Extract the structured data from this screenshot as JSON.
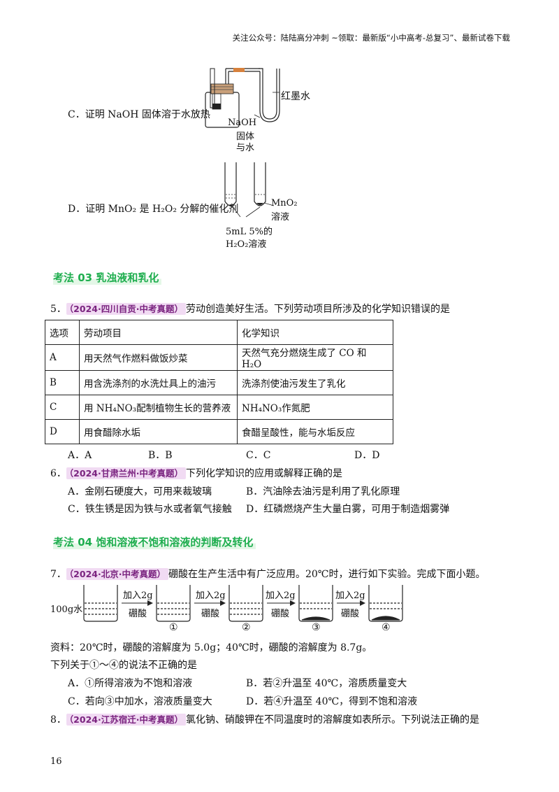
{
  "header": "关注公众号：陆陆高分冲刺  ~领取：最新版“小中高考-总复习”、最新试卷下载",
  "option_c": {
    "text": "C．证明 NaOH 固体溶于水放热",
    "label_ink": "红墨水",
    "label_naoh": "NaOH",
    "label_solid": "固体",
    "label_water": "与水"
  },
  "option_d": {
    "text": "D．证明 MnO₂ 是 H₂O₂ 分解的催化剂",
    "label_mno2": "MnO₂",
    "label_solution": "溶液",
    "label_volume": "5mL 5%的",
    "label_h2o2": "H₂O₂溶液"
  },
  "section03": "考法 03  乳浊液和乳化",
  "q5": {
    "num": "5．",
    "tag": "（2024·四川自贡·中考真题）",
    "text": "劳动创造美好生活。下列劳动项目所涉及的化学知识错误的是",
    "table_header": [
      "选项",
      "劳动项目",
      "化学知识"
    ],
    "rows": [
      [
        "A",
        "用天然气作燃料做饭炒菜",
        "天然气充分燃烧生成了 CO 和 H₂O"
      ],
      [
        "B",
        "用含洗涤剂的水洗灶具上的油污",
        "洗涤剂使油污发生了乳化"
      ],
      [
        "C",
        "用 NH₄NO₃配制植物生长的营养液",
        "NH₄NO₃作氮肥"
      ],
      [
        "D",
        "用食醋除水垢",
        "食醋呈酸性，能与水垢反应"
      ]
    ],
    "options": [
      "A．A",
      "B．B",
      "C．C",
      "D．D"
    ]
  },
  "q6": {
    "num": "6．",
    "tag": "（2024·甘肃兰州·中考真题）",
    "text": "下列化学知识的应用或解释正确的是",
    "options": [
      "A．金刚石硬度大，可用来裁玻璃",
      "B．汽油除去油污是利用了乳化原理",
      "C．铁生锈是因为铁与水或者氧气接触",
      "D．红磷燃烧产生大量白雾，可用于制造烟雾弹"
    ]
  },
  "section04": "考法 04  饱和溶液不饱和溶液的判断及转化",
  "q7": {
    "num": "7．",
    "tag": "（2024·北京·中考真题）",
    "text": "硼酸在生产生活中有广泛应用。20℃时，进行如下实验。完成下面小题。",
    "diagram": {
      "start": "100g水",
      "add": "加入2g",
      "substance": "硼酸",
      "labels": [
        "①",
        "②",
        "③",
        "④"
      ]
    },
    "data_note": "资料：20℃时，硼酸的溶解度为 5.0g；40℃时，硼酸的溶解度为 8.7g。",
    "question": "下列关于①～④的说法不正确的是",
    "options": [
      "A．①所得溶液为不饱和溶液",
      "B．若②升温至 40℃，溶质质量变大",
      "C．若向③中加水，溶液质量变大",
      "D．若④升温至 40℃，得到不饱和溶液"
    ]
  },
  "q8": {
    "num": "8．",
    "tag": "（2024·江苏宿迁·中考真题）",
    "text": "氯化钠、硝酸钾在不同温度时的溶解度如表所示。下列说法正确的是"
  },
  "page_number": "16"
}
